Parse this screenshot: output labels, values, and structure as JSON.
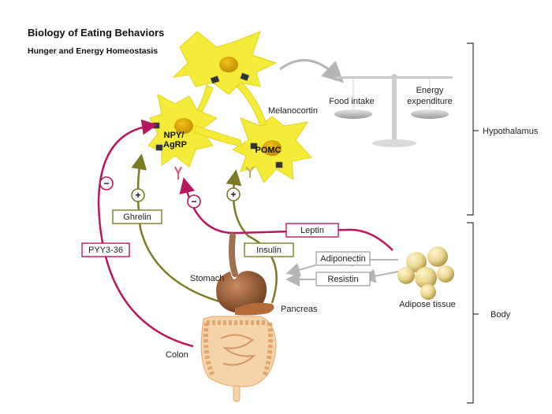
{
  "title": "Biology of Eating Behaviors",
  "subtitle": "Hunger and Energy Homeostasis",
  "neurons": {
    "npy": "NPY/\nAgRP",
    "pomc": "POMC"
  },
  "signals": {
    "melanocortin": "Melanocortin",
    "ghrelin": "Ghrelin",
    "insulin": "Insulin",
    "leptin": "Leptin",
    "pyy": "PYY3-36",
    "adiponectin": "Adiponectin",
    "resistin": "Resistin"
  },
  "organs": {
    "stomach": "Stomach",
    "pancreas": "Pancreas",
    "colon": "Colon",
    "adipose": "Adipose tissue"
  },
  "balance": {
    "left": "Food intake",
    "right_line1": "Energy",
    "right_line2": "expenditure"
  },
  "regions": {
    "hypothalamus": "Hypothalamus",
    "body": "Body"
  },
  "signs": {
    "plus": "+",
    "minus": "−"
  },
  "colors": {
    "stimulatory": "#7d7a25",
    "inhibitory": "#b8175f",
    "neuron": "#f5ec3a",
    "neutral": "#b5b5b5"
  }
}
